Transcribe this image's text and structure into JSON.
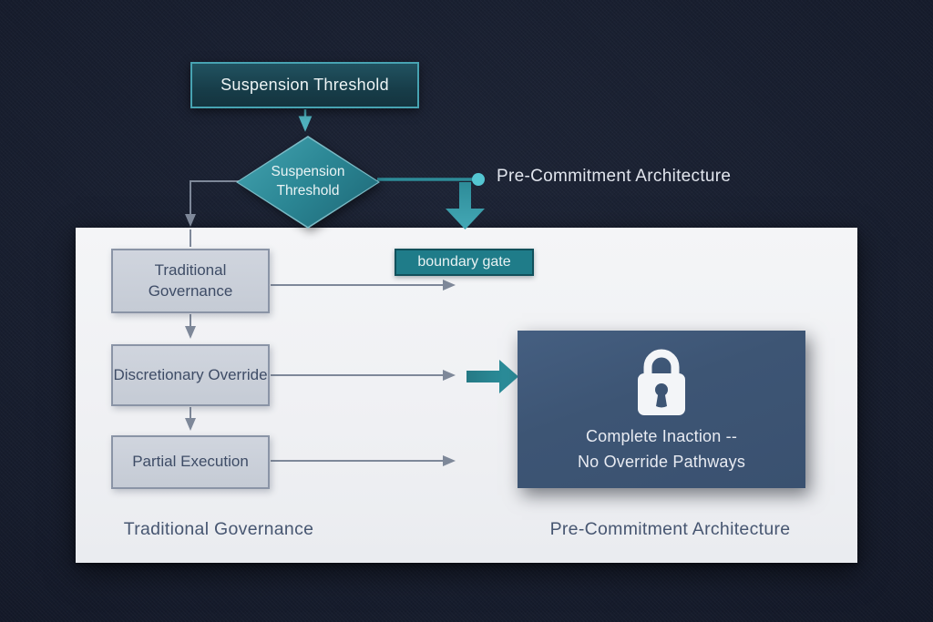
{
  "colors": {
    "background": "#141a29",
    "teal_accent": "#2d8b98",
    "teal_box_fill": "#17404c",
    "teal_border": "#47a3b2",
    "teal_dot": "#54c6d2",
    "panel": "#f1f2f5",
    "gray_box_fill": "#ccd1da",
    "gray_box_border": "#8a94a6",
    "slate_text": "#3e4c66",
    "dark_box_fill": "#3d5574",
    "light_text": "#e8ebf2",
    "connector_gray": "#7e8899"
  },
  "nodes": {
    "suspension_threshold_box": {
      "label": "Suspension Threshold"
    },
    "suspension_threshold_diamond": {
      "line1": "Suspension",
      "line2": "Threshold"
    },
    "precommitment_top_label": "Pre-Commitment Architecture",
    "boundary_gate": {
      "label": "boundary gate"
    },
    "governance_boxes": [
      {
        "label": "Traditional Governance"
      },
      {
        "label": "Discretionary Override"
      },
      {
        "label": "Partial Execution"
      }
    ],
    "lock_box": {
      "icon": "lock-icon",
      "line1": "Complete Inaction --",
      "line2": "No Override Pathways"
    },
    "bottom_labels": {
      "left": "Traditional Governance",
      "right": "Pre-Commitment Architecture"
    }
  }
}
